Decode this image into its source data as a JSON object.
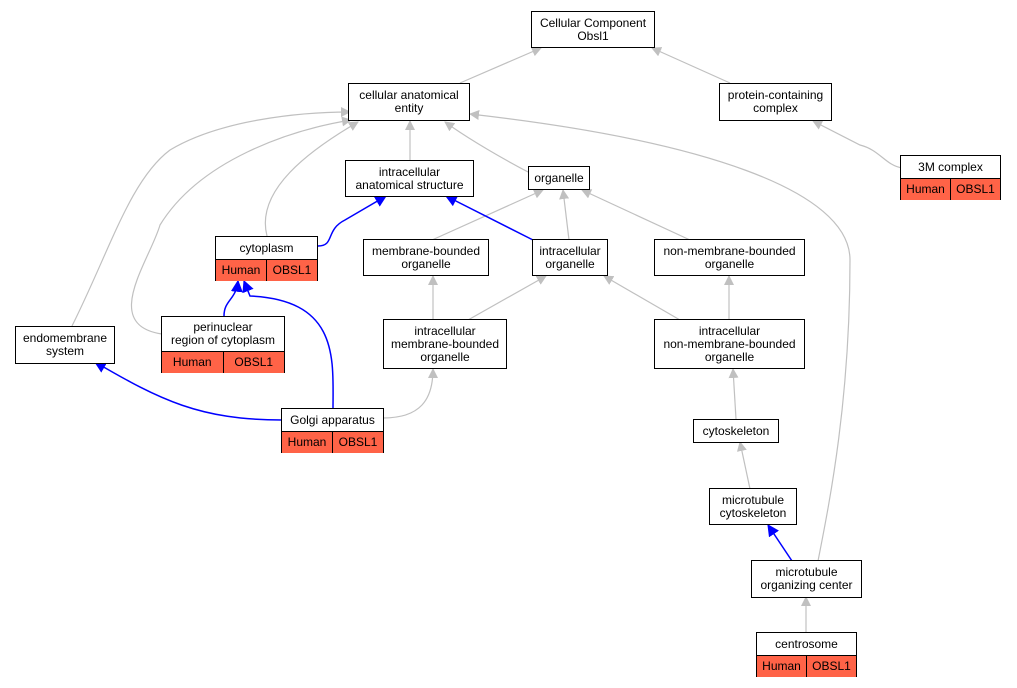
{
  "colors": {
    "edge_gray": "#c0c0c0",
    "edge_blue": "#0000ff",
    "annotation_fill": "#ff6347"
  },
  "nodes": {
    "cc_root": {
      "line1": "Cellular Component",
      "line2": "Obsl1"
    },
    "cae": {
      "line1": "cellular anatomical",
      "line2": "entity"
    },
    "pcc": {
      "line1": "protein-containing",
      "line2": "complex"
    },
    "m3": {
      "line1": "3M complex",
      "species": "Human",
      "gene": "OBSL1"
    },
    "ias": {
      "line1": "intracellular",
      "line2": "anatomical structure"
    },
    "organelle": {
      "line1": "organelle"
    },
    "cytoplasm": {
      "line1": "cytoplasm",
      "species": "Human",
      "gene": "OBSL1"
    },
    "mbo": {
      "line1": "membrane-bounded",
      "line2": "organelle"
    },
    "io": {
      "line1": "intracellular",
      "line2": "organelle"
    },
    "nmbo": {
      "line1": "non-membrane-bounded",
      "line2": "organelle"
    },
    "ems": {
      "line1": "endomembrane",
      "line2": "system"
    },
    "prc": {
      "line1": "perinuclear",
      "line2": "region of cytoplasm",
      "species": "Human",
      "gene": "OBSL1"
    },
    "imbo": {
      "line1": "intracellular",
      "line2": "membrane-bounded",
      "line3": "organelle"
    },
    "inmbo": {
      "line1": "intracellular",
      "line2": "non-membrane-bounded",
      "line3": "organelle"
    },
    "golgi": {
      "line1": "Golgi apparatus",
      "species": "Human",
      "gene": "OBSL1"
    },
    "cytoskeleton": {
      "line1": "cytoskeleton"
    },
    "mtc": {
      "line1": "microtubule",
      "line2": "cytoskeleton"
    },
    "mtoc": {
      "line1": "microtubule",
      "line2": "organizing center"
    },
    "centrosome": {
      "line1": "centrosome",
      "species": "Human",
      "gene": "OBSL1"
    }
  }
}
